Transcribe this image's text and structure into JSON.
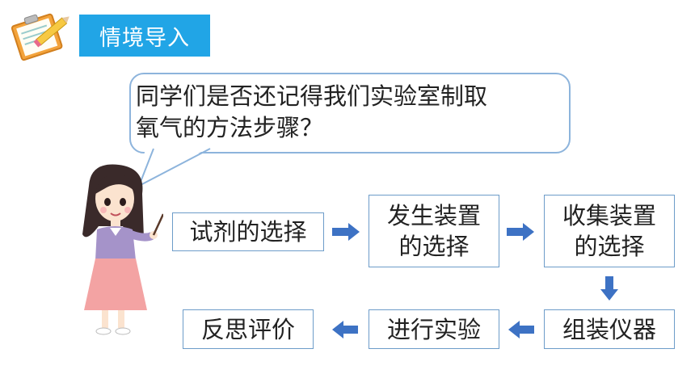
{
  "header": {
    "title": "情境导入"
  },
  "bubble": {
    "line1": "同学们是否还记得我们实验室制取",
    "line2": "氧气的方法步骤？"
  },
  "steps": [
    {
      "label": "试剂的选择"
    },
    {
      "line1": "发生装置",
      "line2": "的选择"
    },
    {
      "line1": "收集装置",
      "line2": "的选择"
    },
    {
      "label": "组装仪器"
    },
    {
      "label": "进行实验"
    },
    {
      "label": "反思评价"
    }
  ],
  "colors": {
    "title_bg": "#21a5e6",
    "arrow": "#3d72c4",
    "box_border": "#6d9cc9",
    "bubble_border": "#8db4dc"
  }
}
